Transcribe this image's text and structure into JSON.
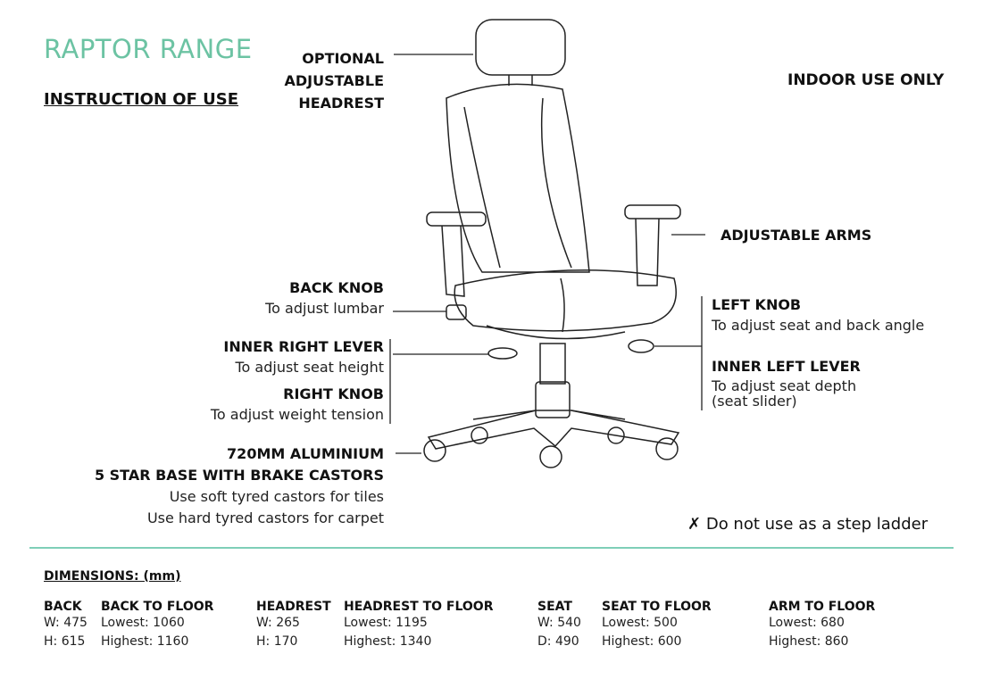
{
  "header": {
    "title": "RAPTOR RANGE",
    "subtitle": "INSTRUCTION OF USE",
    "indoor": "INDOOR USE ONLY"
  },
  "labels": {
    "headrest": [
      "OPTIONAL",
      "ADJUSTABLE",
      "HEADREST"
    ],
    "arms": "ADJUSTABLE ARMS",
    "back_knob": {
      "title": "BACK KNOB",
      "desc": "To adjust lumbar"
    },
    "inner_right_lever": {
      "title": "INNER RIGHT LEVER",
      "desc": "To adjust seat height"
    },
    "right_knob": {
      "title": "RIGHT KNOB",
      "desc": "To adjust weight tension"
    },
    "base": {
      "title1": "720MM ALUMINIUM",
      "title2": "5 STAR BASE WITH BRAKE CASTORS",
      "desc1": "Use soft tyred castors for tiles",
      "desc2": "Use hard tyred castors for carpet"
    },
    "left_knob": {
      "title": "LEFT KNOB",
      "desc": "To adjust seat and back angle"
    },
    "inner_left_lever": {
      "title": "INNER LEFT LEVER",
      "desc1": "To adjust seat depth",
      "desc2": "(seat slider)"
    },
    "warning": {
      "mark": "✗",
      "text": "Do not use as a step ladder"
    }
  },
  "dimensions": {
    "heading": "DIMENSIONS: (mm)",
    "back": {
      "label": "BACK",
      "w": "W: 475",
      "h": "H: 615"
    },
    "back_to_floor": {
      "label": "BACK TO FLOOR",
      "lowest": "Lowest: 1060",
      "highest": "Highest: 1160"
    },
    "headrest": {
      "label": "HEADREST",
      "w": "W: 265",
      "h": "H: 170"
    },
    "headrest_to_floor": {
      "label": "HEADREST TO FLOOR",
      "lowest": "Lowest: 1195",
      "highest": "Highest: 1340"
    },
    "seat": {
      "label": "SEAT",
      "w": "W: 540",
      "d": "D: 490"
    },
    "seat_to_floor": {
      "label": "SEAT TO FLOOR",
      "lowest": "Lowest: 500",
      "highest": "Highest: 600"
    },
    "arm_to_floor": {
      "label": "ARM TO FLOOR",
      "lowest": "Lowest: 680",
      "highest": "Highest: 860"
    }
  }
}
